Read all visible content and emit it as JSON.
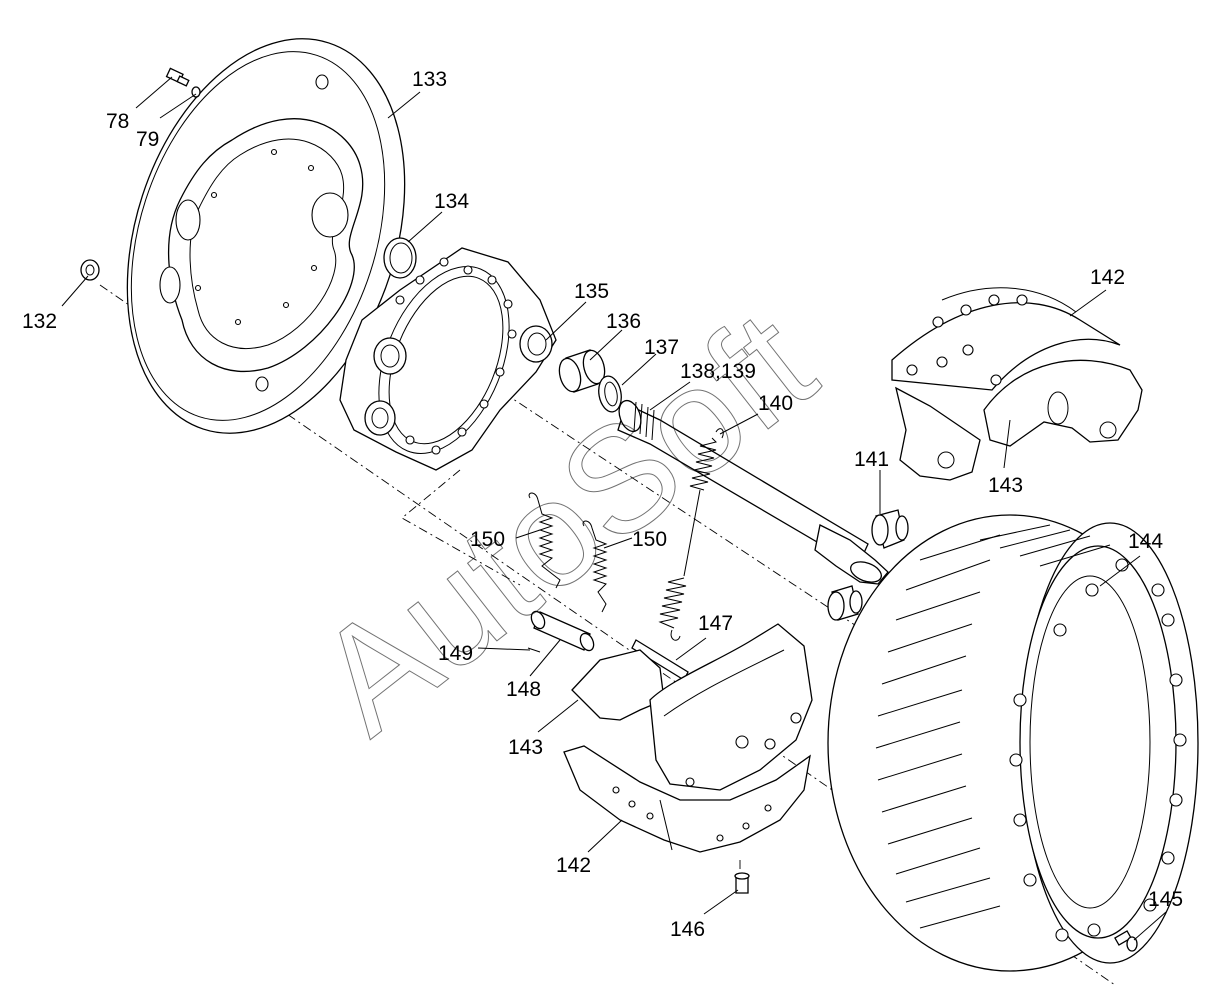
{
  "diagram": {
    "labels": [
      {
        "id": "l78",
        "text": "78"
      },
      {
        "id": "l79",
        "text": "79"
      },
      {
        "id": "l133",
        "text": "133"
      },
      {
        "id": "l132",
        "text": "132"
      },
      {
        "id": "l134",
        "text": "134"
      },
      {
        "id": "l135",
        "text": "135"
      },
      {
        "id": "l136",
        "text": "136"
      },
      {
        "id": "l137",
        "text": "137"
      },
      {
        "id": "l138",
        "text": "138,139"
      },
      {
        "id": "l140",
        "text": "140"
      },
      {
        "id": "l142a",
        "text": "142"
      },
      {
        "id": "l143a",
        "text": "143"
      },
      {
        "id": "l141",
        "text": "141"
      },
      {
        "id": "l144",
        "text": "144"
      },
      {
        "id": "l150a",
        "text": "150"
      },
      {
        "id": "l150b",
        "text": "150"
      },
      {
        "id": "l147",
        "text": "147"
      },
      {
        "id": "l149",
        "text": "149"
      },
      {
        "id": "l148",
        "text": "148"
      },
      {
        "id": "l143b",
        "text": "143"
      },
      {
        "id": "l142b",
        "text": "142"
      },
      {
        "id": "l146",
        "text": "146"
      },
      {
        "id": "l145",
        "text": "145"
      }
    ],
    "watermark": "AutoSoft"
  }
}
